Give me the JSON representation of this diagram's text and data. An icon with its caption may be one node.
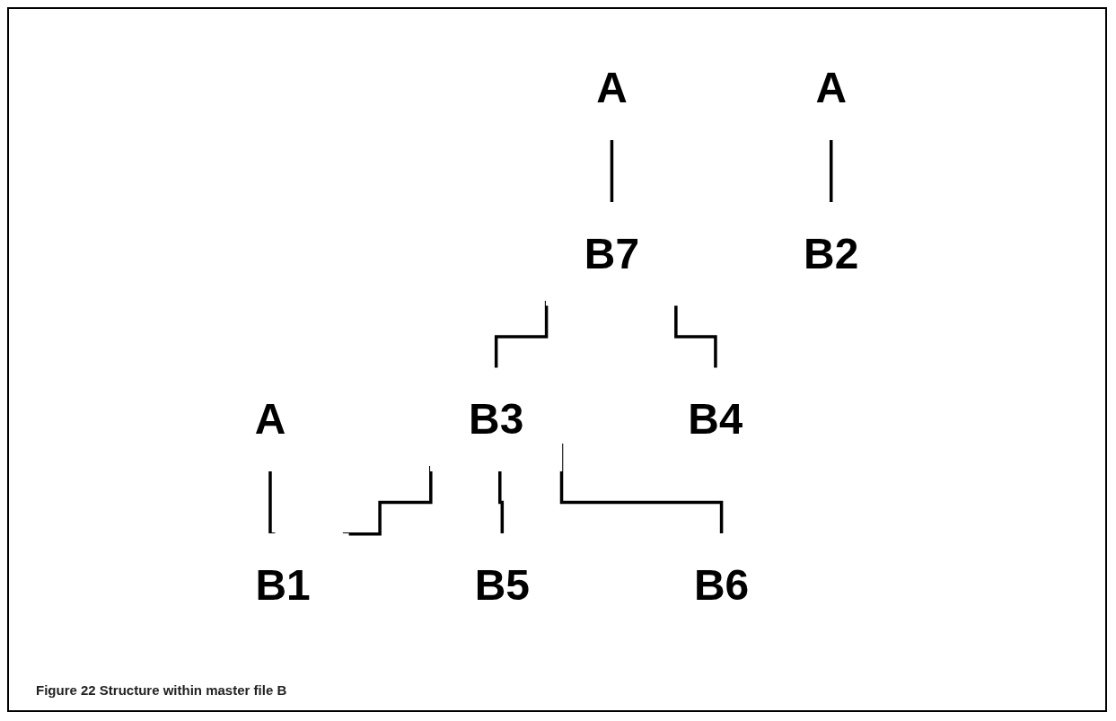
{
  "diagram": {
    "caption": "Figure 22 Structure within master file B",
    "nodes": [
      {
        "text": [
          "A"
        ]
      },
      {
        "text": [
          "A"
        ]
      },
      {
        "text": [
          "A"
        ]
      },
      {
        "text": [
          "B7"
        ]
      },
      {
        "text": [
          "B2"
        ]
      },
      {
        "text": [
          "B3"
        ]
      },
      {
        "text": [
          "B4"
        ]
      },
      {
        "text": [
          "B1"
        ]
      },
      {
        "text": [
          "B5"
        ]
      },
      {
        "text": [
          "B6"
        ]
      }
    ],
    "edges": [
      {
        "from": 0,
        "to": 7,
        "arrow": "none"
      },
      {
        "from": 1,
        "to": 3,
        "arrow": "none"
      },
      {
        "from": 2,
        "to": 4,
        "arrow": "none"
      },
      {
        "from": 3,
        "to": 5,
        "arrow": "none"
      },
      {
        "from": 3,
        "to": 6,
        "arrow": "none"
      },
      {
        "from": 5,
        "to": 7,
        "arrow": "none"
      },
      {
        "from": 5,
        "to": 8,
        "arrow": "none"
      },
      {
        "from": 5,
        "to": 9,
        "arrow": "none"
      }
    ]
  }
}
